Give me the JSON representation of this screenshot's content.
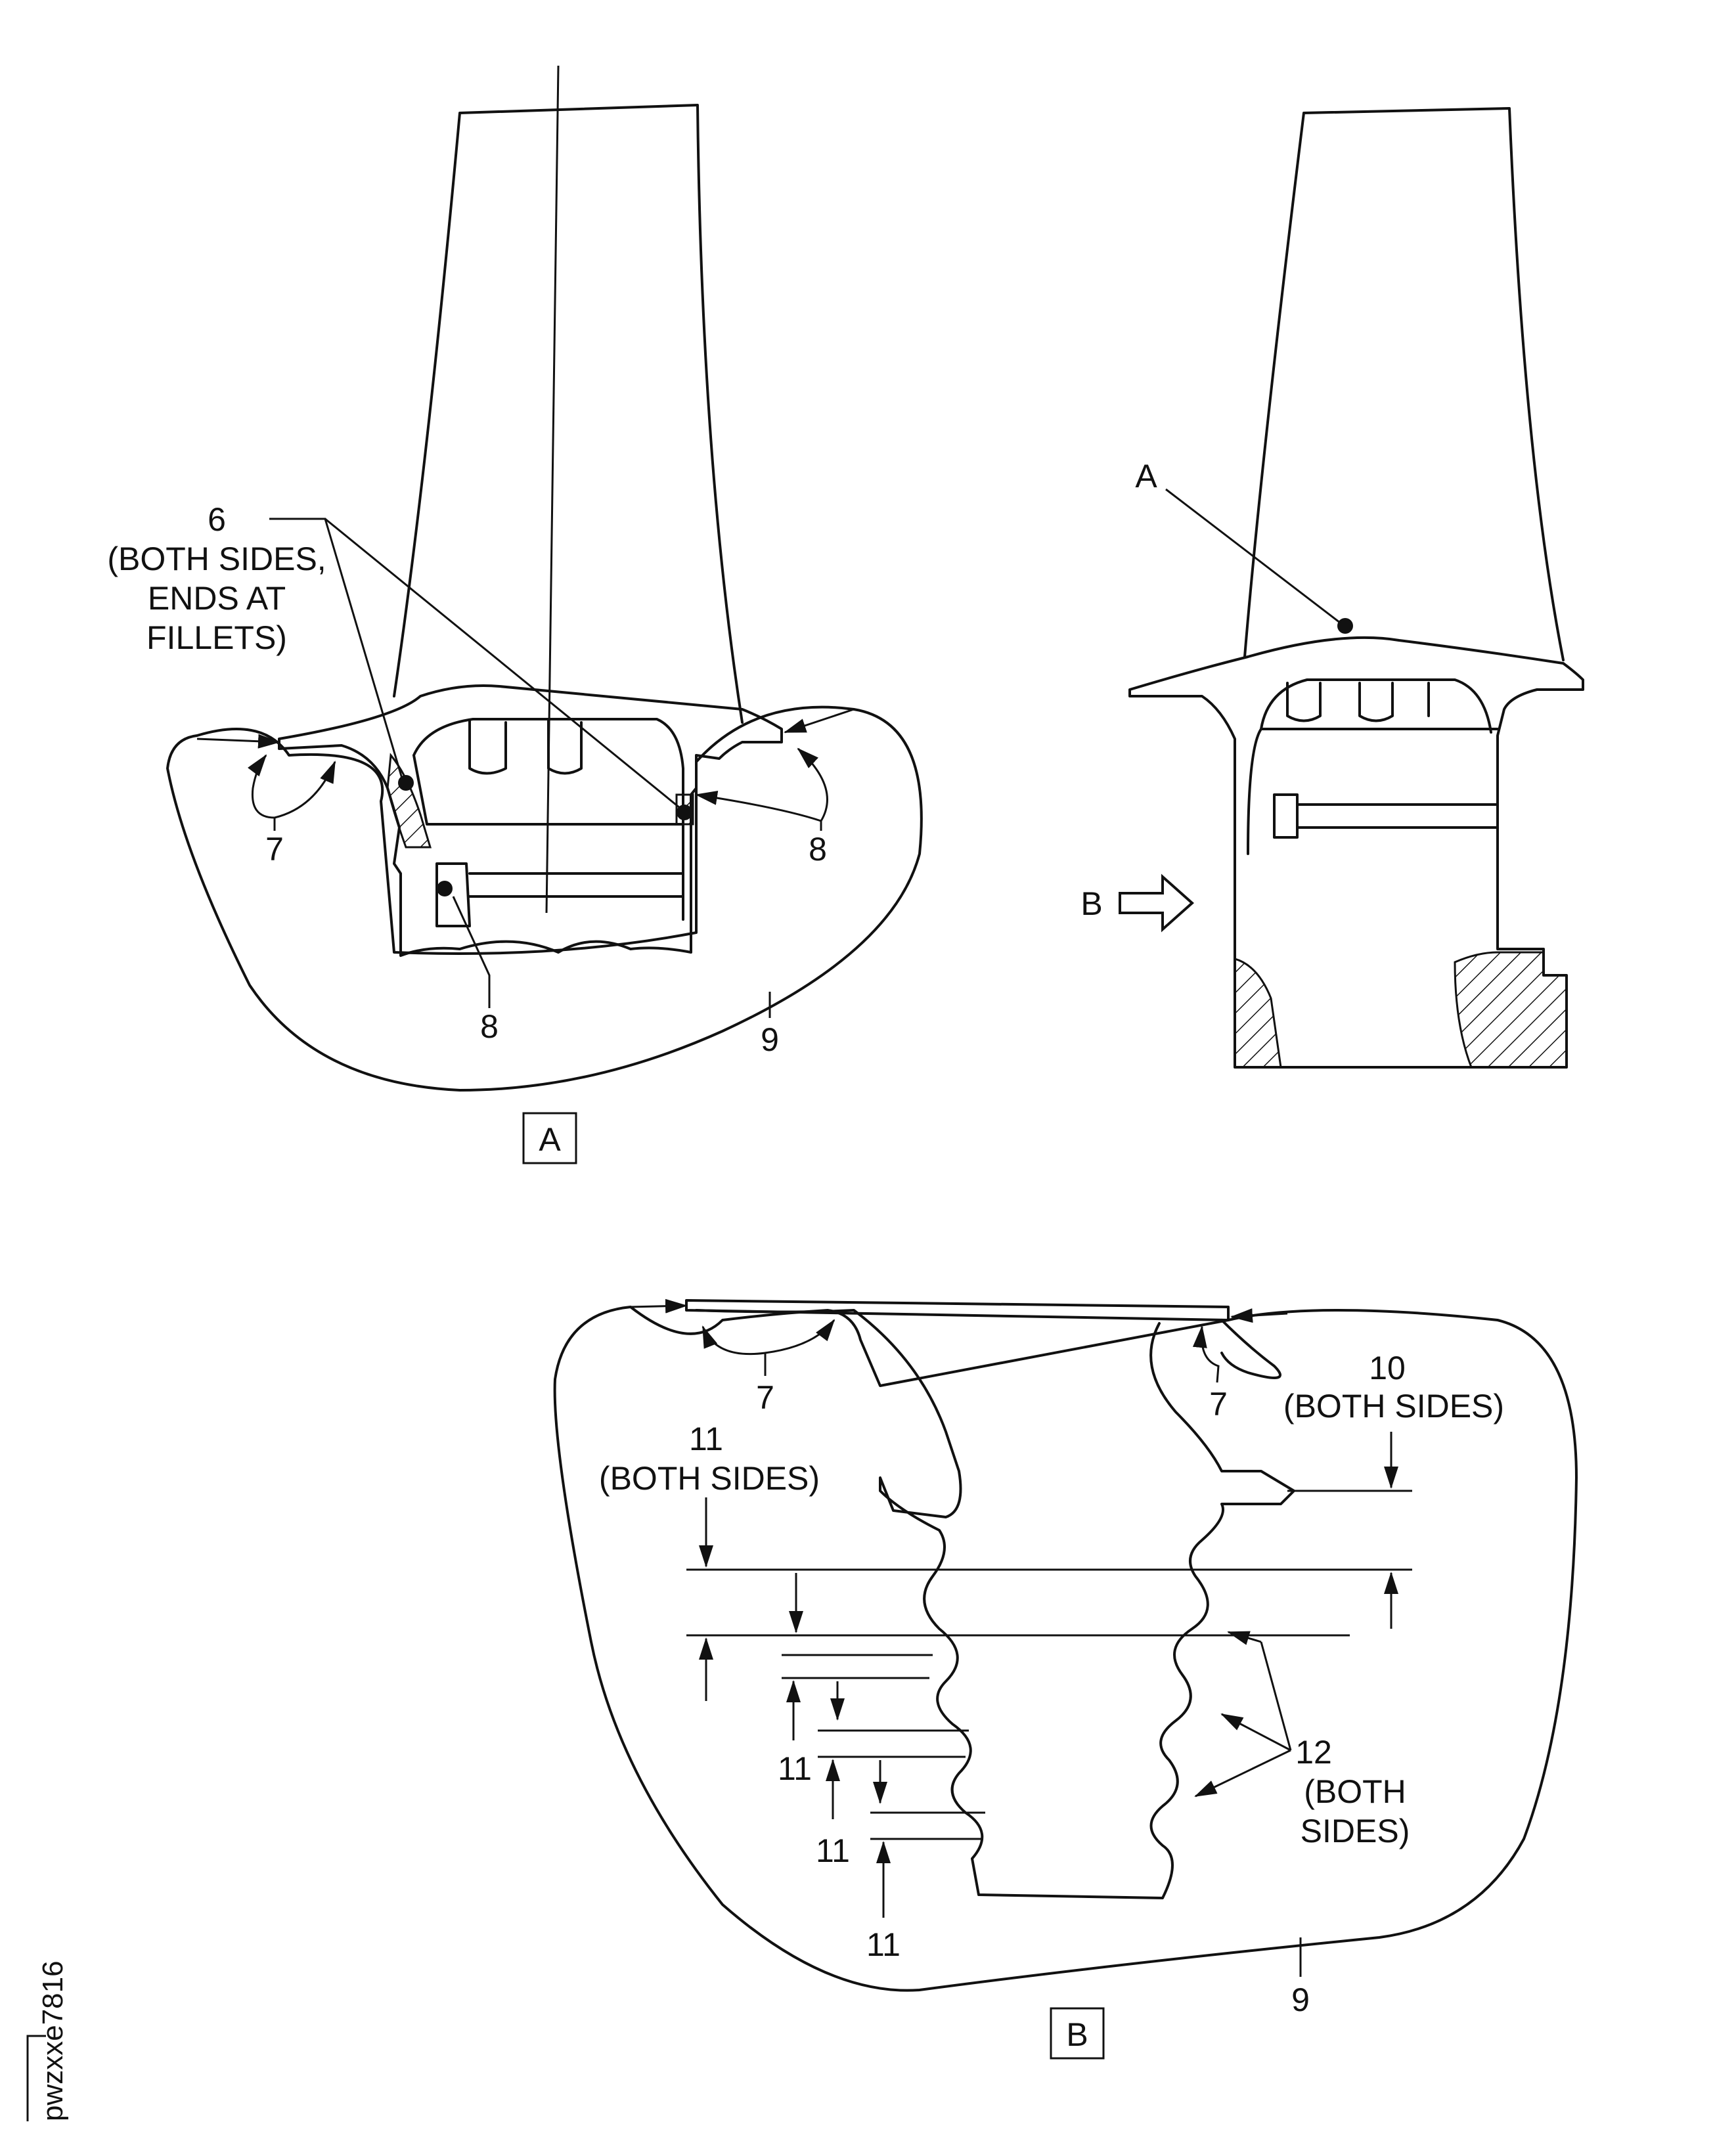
{
  "figure_id": "pwzxxe7816",
  "view_labels": {
    "a": "A",
    "b": "B"
  },
  "section_pointer": "A",
  "view_arrow_label": "B",
  "callouts": {
    "c6": "6",
    "c6_line1": "(BOTH SIDES,",
    "c6_line2": "ENDS AT",
    "c6_line3": "FILLETS)",
    "c7": "7",
    "c8": "8",
    "c9": "9",
    "c10": "10",
    "c10_note": "(BOTH SIDES)",
    "c11": "11",
    "c11_note": "(BOTH SIDES)",
    "c12": "12",
    "c12_note1": "(BOTH",
    "c12_note2": "SIDES)"
  }
}
